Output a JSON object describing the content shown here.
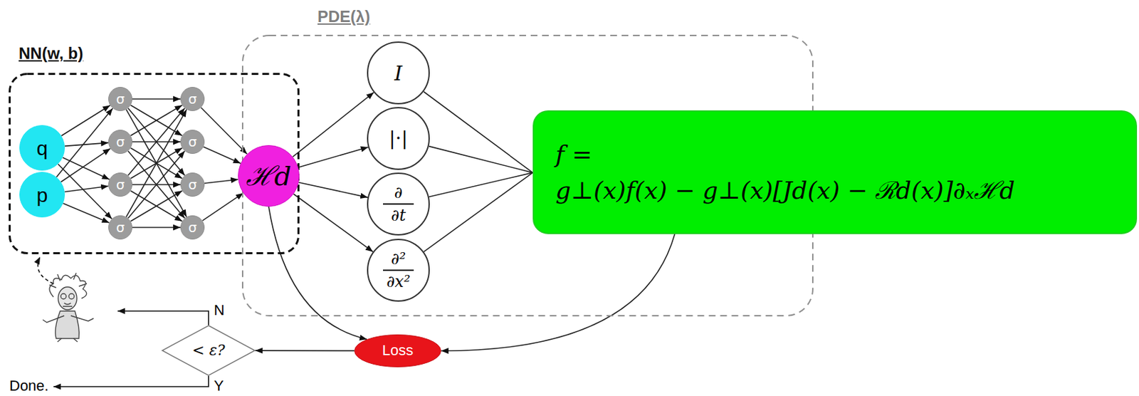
{
  "diagram": {
    "nodes": [
      {
        "text": [
          "NN(w, b)"
        ]
      },
      {
        "text": [
          "q"
        ],
        "in": 0
      },
      {
        "text": [
          "p"
        ],
        "in": 0
      },
      {
        "text": [
          "σ"
        ],
        "in": 0
      },
      {
        "text": [
          "σ"
        ],
        "in": 0
      },
      {
        "text": [
          "σ"
        ],
        "in": 0
      },
      {
        "text": [
          "σ"
        ],
        "in": 0
      },
      {
        "text": [
          "σ"
        ],
        "in": 0
      },
      {
        "text": [
          "σ"
        ],
        "in": 0
      },
      {
        "text": [
          "σ"
        ],
        "in": 0
      },
      {
        "text": [
          "σ"
        ],
        "in": 0
      },
      {
        "text": [
          "ℋd"
        ],
        "in": 0
      },
      {
        "text": [
          "PDE(λ)"
        ]
      },
      {
        "text": [
          "I"
        ],
        "in": 12
      },
      {
        "text": [
          "|·|"
        ],
        "in": 12
      },
      {
        "text": [
          "∂",
          "∂t"
        ],
        "in": 12
      },
      {
        "text": [
          "∂²",
          "∂x²"
        ],
        "in": 12
      },
      {
        "text": [
          "f =",
          "g⊥(x)f(x) − g⊥(x)[Jd(x) − ℛd(x)]∂ₓℋd"
        ]
      },
      {
        "text": [
          "Loss"
        ]
      },
      {
        "text": [
          "< ε?"
        ]
      }
    ],
    "edges": [
      {
        "from": 1,
        "to": 3,
        "arrow": "to"
      },
      {
        "from": 1,
        "to": 4,
        "arrow": "to"
      },
      {
        "from": 1,
        "to": 5,
        "arrow": "to"
      },
      {
        "from": 1,
        "to": 6,
        "arrow": "to"
      },
      {
        "from": 2,
        "to": 3,
        "arrow": "to"
      },
      {
        "from": 2,
        "to": 4,
        "arrow": "to"
      },
      {
        "from": 2,
        "to": 5,
        "arrow": "to"
      },
      {
        "from": 2,
        "to": 6,
        "arrow": "to"
      },
      {
        "from": 3,
        "to": 7,
        "arrow": "to"
      },
      {
        "from": 3,
        "to": 8,
        "arrow": "to"
      },
      {
        "from": 3,
        "to": 9,
        "arrow": "to"
      },
      {
        "from": 3,
        "to": 10,
        "arrow": "to"
      },
      {
        "from": 4,
        "to": 7,
        "arrow": "to"
      },
      {
        "from": 4,
        "to": 8,
        "arrow": "to"
      },
      {
        "from": 4,
        "to": 9,
        "arrow": "to"
      },
      {
        "from": 4,
        "to": 10,
        "arrow": "to"
      },
      {
        "from": 5,
        "to": 7,
        "arrow": "to"
      },
      {
        "from": 5,
        "to": 8,
        "arrow": "to"
      },
      {
        "from": 5,
        "to": 9,
        "arrow": "to"
      },
      {
        "from": 5,
        "to": 10,
        "arrow": "to"
      },
      {
        "from": 6,
        "to": 7,
        "arrow": "to"
      },
      {
        "from": 6,
        "to": 8,
        "arrow": "to"
      },
      {
        "from": 6,
        "to": 9,
        "arrow": "to"
      },
      {
        "from": 6,
        "to": 10,
        "arrow": "to"
      },
      {
        "from": 7,
        "to": 11,
        "arrow": "to"
      },
      {
        "from": 8,
        "to": 11,
        "arrow": "to"
      },
      {
        "from": 9,
        "to": 11,
        "arrow": "to"
      },
      {
        "from": 10,
        "to": 11,
        "arrow": "to"
      },
      {
        "from": 11,
        "to": 13,
        "arrow": "to"
      },
      {
        "from": 11,
        "to": 14,
        "arrow": "to"
      },
      {
        "from": 11,
        "to": 15,
        "arrow": "to"
      },
      {
        "from": 11,
        "to": 16,
        "arrow": "to"
      },
      {
        "from": 13,
        "to": 17,
        "arrow": "none"
      },
      {
        "from": 14,
        "to": 17,
        "arrow": "none"
      },
      {
        "from": 15,
        "to": 17,
        "arrow": "none"
      },
      {
        "from": 16,
        "to": 17,
        "arrow": "none"
      },
      {
        "from": 11,
        "to": 18,
        "arrow": "to"
      },
      {
        "from": 17,
        "to": 18,
        "arrow": "to"
      },
      {
        "from": 18,
        "to": 19,
        "arrow": "to"
      }
    ],
    "labels": [
      "N",
      "Y",
      "Done."
    ]
  }
}
